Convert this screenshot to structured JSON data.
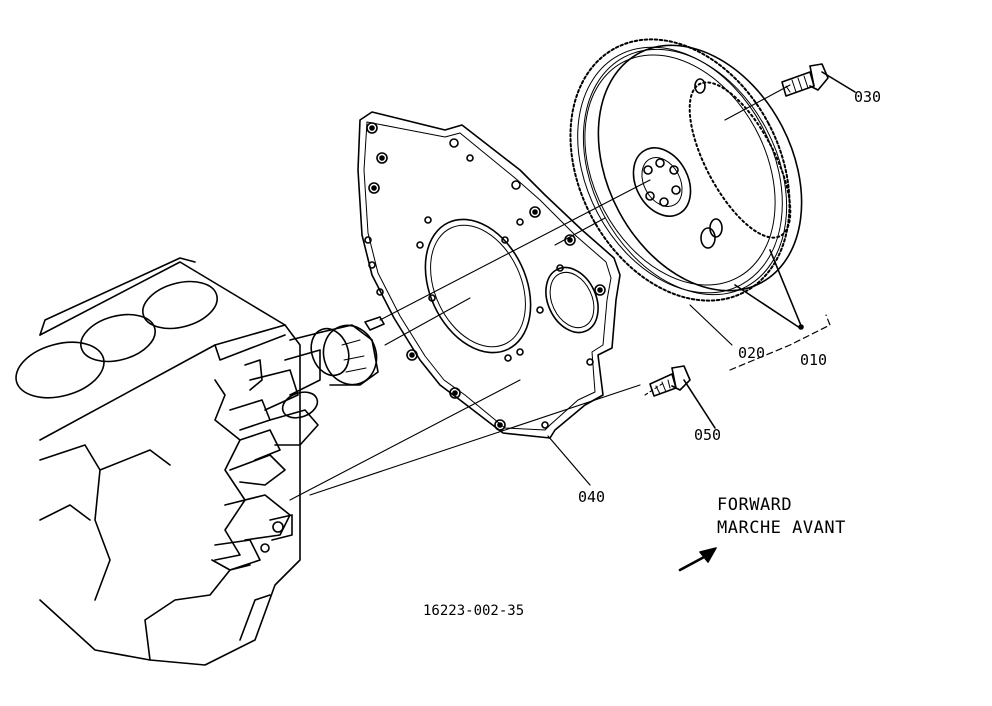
{
  "callouts": {
    "p010": "010",
    "p020": "020",
    "p030": "030",
    "p040": "040",
    "p050": "050"
  },
  "direction": {
    "line1": "FORWARD",
    "line2": "MARCHE AVANT"
  },
  "drawing_number": "16223-002-35",
  "colors": {
    "ink": "#000000",
    "paper": "#ffffff"
  }
}
